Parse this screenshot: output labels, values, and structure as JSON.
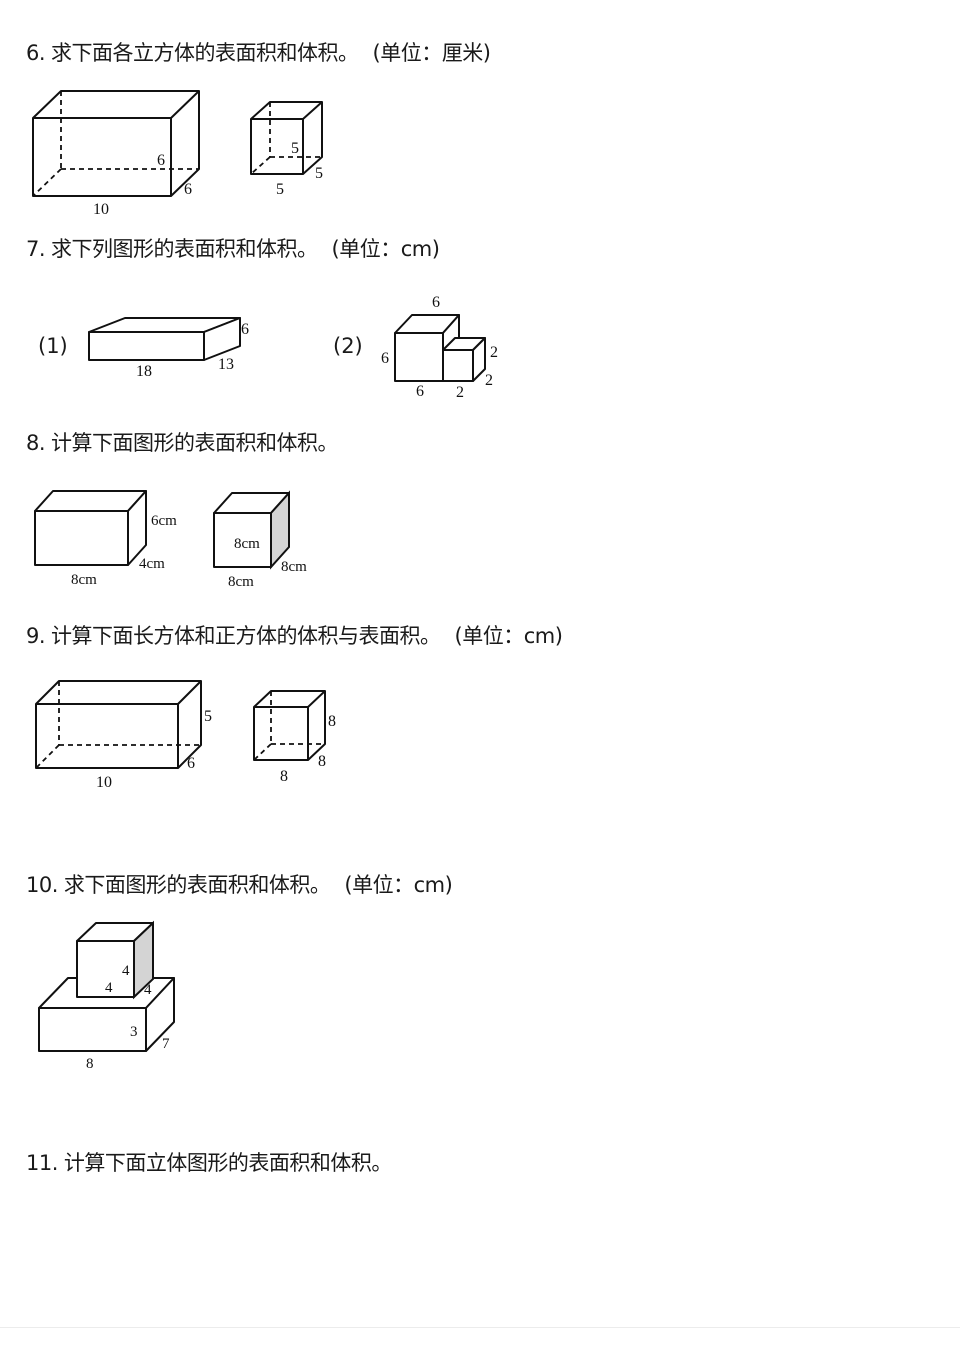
{
  "questions": [
    {
      "number": "6.",
      "text": "求下面各立方体的表面积和体积。",
      "unit": "(单位：厘米)",
      "figures": [
        {
          "type": "cuboid",
          "style": "hidden-edges-dashed",
          "length": "10",
          "width": "6",
          "height": "6"
        },
        {
          "type": "cube",
          "style": "hidden-edges-dashed",
          "length": "5",
          "width": "5",
          "height": "5"
        }
      ]
    },
    {
      "number": "7.",
      "text": "求下列图形的表面积和体积。",
      "unit": "(单位：cm)",
      "figures": [
        {
          "label": "(1)",
          "type": "cuboid",
          "length": "18",
          "width": "13",
          "height": "6"
        },
        {
          "label": "(2)",
          "type": "combined-cubes",
          "large_top": "6",
          "large_height": "6",
          "large_bottom": "6",
          "small_bottom": "2",
          "small_height": "2",
          "small_depth": "2"
        }
      ]
    },
    {
      "number": "8.",
      "text": "计算下面图形的表面积和体积。",
      "unit": "",
      "figures": [
        {
          "type": "cuboid",
          "length": "8cm",
          "width": "4cm",
          "height": "6cm"
        },
        {
          "type": "cube",
          "length": "8cm",
          "width": "8cm",
          "height": "8cm",
          "shaded_side": true
        }
      ]
    },
    {
      "number": "9.",
      "text": "计算下面长方体和正方体的体积与表面积。",
      "unit": "(单位：cm)",
      "figures": [
        {
          "type": "cuboid",
          "style": "hidden-edges-dashed",
          "length": "10",
          "width": "6",
          "height": "5"
        },
        {
          "type": "cube",
          "style": "hidden-edges-dashed",
          "length": "8",
          "width": "8",
          "height": "8"
        }
      ]
    },
    {
      "number": "10.",
      "text": "求下面图形的表面积和体积。",
      "unit": "(单位：cm)",
      "figures": [
        {
          "type": "stacked-solid",
          "top_cube": {
            "edge_front": "4",
            "edge_height": "4",
            "edge_depth": "4"
          },
          "base_cuboid": {
            "length": "8",
            "width": "7",
            "height": "3"
          }
        }
      ]
    },
    {
      "number": "11.",
      "text": "计算下面立体图形的表面积和体积。",
      "unit": "",
      "figures": []
    }
  ]
}
